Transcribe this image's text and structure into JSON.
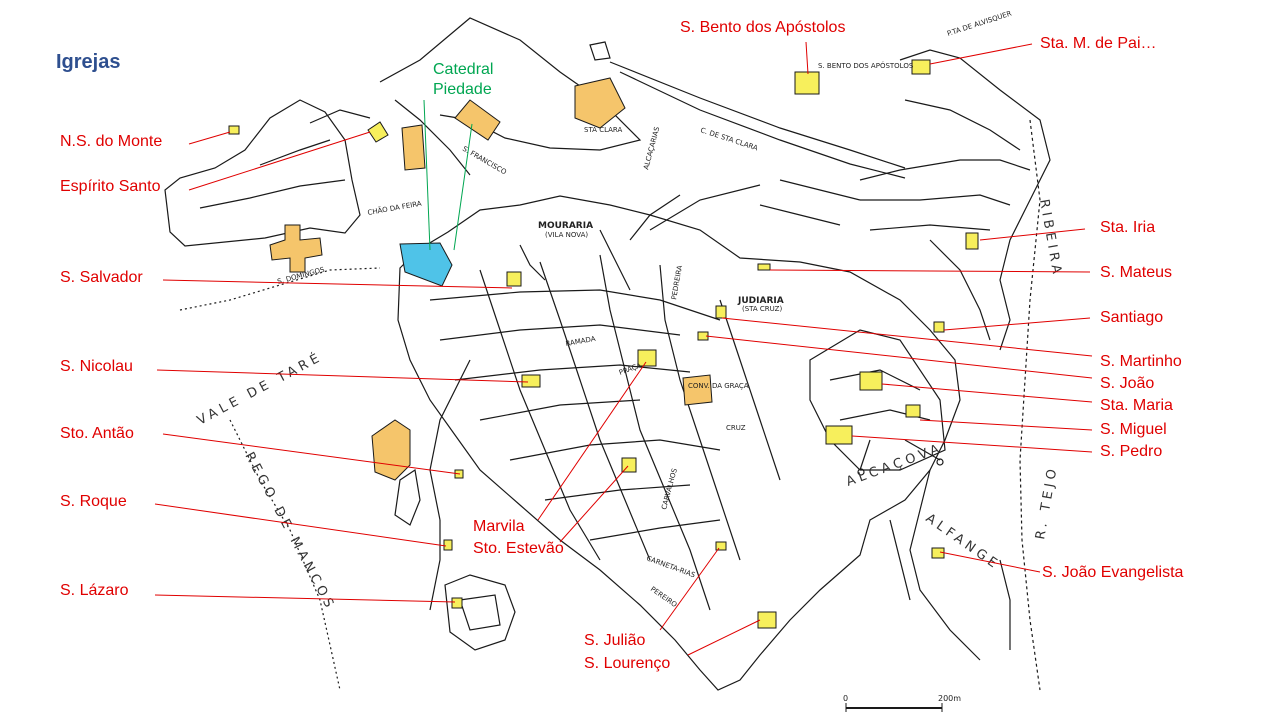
{
  "title": "Igrejas",
  "colors": {
    "title": "#2e4f8f",
    "church_labels": "#e00000",
    "cathedral_label": "#00a651",
    "cathedral_fill": "#4fc3e8",
    "convent_fill": "#f5c56b",
    "church_fill": "#f7ef5c",
    "map_ink": "#1a1a1a"
  },
  "labels": [
    {
      "id": "sao-bento",
      "text": "S. Bento dos Apóstolos",
      "color": "red"
    },
    {
      "id": "santa-maria-pai",
      "text": "Sta. M. de Pai…",
      "color": "red"
    },
    {
      "id": "catedral",
      "text": "Catedral",
      "color": "green"
    },
    {
      "id": "piedade",
      "text": "Piedade",
      "color": "green"
    },
    {
      "id": "ns-monte",
      "text": "N.S. do Monte",
      "color": "red"
    },
    {
      "id": "espirito-santo",
      "text": "Espírito Santo",
      "color": "red"
    },
    {
      "id": "santa-iria",
      "text": "Sta. Iria",
      "color": "red"
    },
    {
      "id": "sao-salvador",
      "text": "S. Salvador",
      "color": "red"
    },
    {
      "id": "sao-mateus",
      "text": "S. Mateus",
      "color": "red"
    },
    {
      "id": "santiago",
      "text": "Santiago",
      "color": "red"
    },
    {
      "id": "sao-martinho",
      "text": "S. Martinho",
      "color": "red"
    },
    {
      "id": "sao-nicolau",
      "text": "S. Nicolau",
      "color": "red"
    },
    {
      "id": "sao-joao",
      "text": "S. João",
      "color": "red"
    },
    {
      "id": "santa-maria",
      "text": "Sta. Maria",
      "color": "red"
    },
    {
      "id": "santo-antao",
      "text": "Sto. Antão",
      "color": "red"
    },
    {
      "id": "sao-miguel",
      "text": "S. Miguel",
      "color": "red"
    },
    {
      "id": "sao-pedro",
      "text": "S. Pedro",
      "color": "red"
    },
    {
      "id": "sao-roque",
      "text": "S. Roque",
      "color": "red"
    },
    {
      "id": "marvila",
      "text": "Marvila",
      "color": "red"
    },
    {
      "id": "santo-estevao",
      "text": "Sto. Estevão",
      "color": "red"
    },
    {
      "id": "sao-joao-evangelista",
      "text": "S. João Evangelista",
      "color": "red"
    },
    {
      "id": "sao-lazaro",
      "text": "S. Lázaro",
      "color": "red"
    },
    {
      "id": "sao-juliao",
      "text": "S. Julião",
      "color": "red"
    },
    {
      "id": "sao-lourenco",
      "text": "S. Lourenço",
      "color": "red"
    }
  ],
  "map_text": {
    "mouraria": "MOURARIA",
    "vila_nova": "(VILA NOVA)",
    "judiaria": "JUDIARIA",
    "sta_cruz": "(STA CRUZ)",
    "vale_de_tare": "VALE DE TARÉ",
    "rego_de_mancos": "REGO DE MANCOS",
    "alcacova": "ALCAÇOVA",
    "alfange": "ALFANGE",
    "ribeira": "RIBEIRA",
    "rio_tejo": "R. TEJO",
    "c_de_sta_clara": "C. DE STA CLARA",
    "alcaçarias": "ALCAÇARIAS",
    "chao_da_feira": "CHÃO DA FEIRA",
    "ramada": "RAMADA",
    "pedreira": "PEDREIRA",
    "praca": "PRAÇA",
    "carvalhos": "CARVALHOS",
    "cruz": "CRUZ",
    "pereiro": "PEREIRO",
    "carnetarias": "CARNETA-RIAS",
    "conv_da_graca": "CONV. DA GRAÇA",
    "s_bento_apostolos_small": "S. BENTO DOS APÓSTOLOS",
    "porta_alvisquer": "P.TA DE ALVISQUER",
    "s_domingos": "S. DOMINGOS",
    "s_francisco": "S. FRANCISCO",
    "sta_clara": "STA CLARA"
  },
  "scale": {
    "zero": "0",
    "end": "200m"
  }
}
